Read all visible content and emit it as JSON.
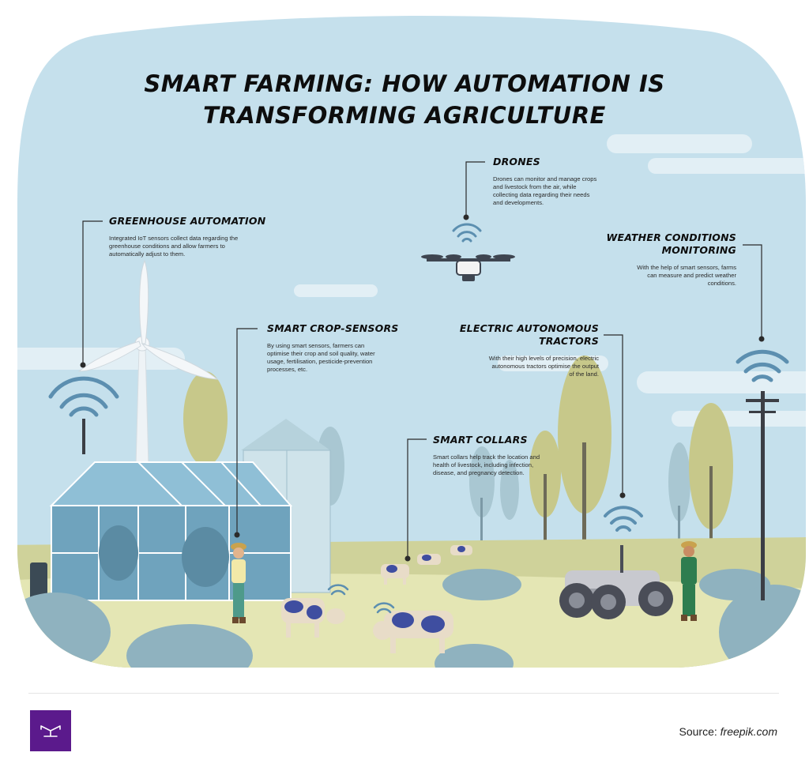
{
  "title": {
    "line1": "SMART FARMING: HOW AUTOMATION IS",
    "line2": "TRANSFORMING AGRICULTURE"
  },
  "callouts": {
    "greenhouse": {
      "heading": "GREENHOUSE AUTOMATION",
      "body": [
        "Integrated IoT sensors collect data regarding the",
        "greenhouse conditions and allow farmers to",
        "automatically adjust to them."
      ]
    },
    "drones": {
      "heading": "DRONES",
      "body": [
        "Drones can monitor and manage crops",
        "and livestock from the air, while",
        "collecting data regarding their needs",
        "and developments."
      ]
    },
    "weather": {
      "heading_line1": "WEATHER CONDITIONS",
      "heading_line2": "MONITORING",
      "body": [
        "With the help of smart sensors, farms",
        "can measure and predict weather",
        "conditions."
      ]
    },
    "crop_sensors": {
      "heading": "SMART CROP-SENSORS",
      "body": [
        "By using smart sensors, farmers can",
        "optimise their crop and soil quality, water",
        "usage, fertilisation, pesticide-prevention",
        "processes, etc."
      ]
    },
    "tractors": {
      "heading_line1": "ELECTRIC AUTONOMOUS",
      "heading_line2": "TRACTORS",
      "body": [
        "With their high levels of precision, electric",
        "autonomous tractors optimise the output",
        "of the land."
      ]
    },
    "collars": {
      "heading": "SMART COLLARS",
      "body": [
        "Smart collars help track the location and",
        "health of livestock, including infection,",
        "disease, and pregnancy detection."
      ]
    }
  },
  "footer": {
    "source_label": "Source:",
    "source_value": "freepik.com"
  },
  "colors": {
    "sky": "#c5e0ec",
    "grass": "#dfe2a6",
    "brand_purple": "#5b1a8c",
    "wifi_signal": "#5c8fb0"
  }
}
